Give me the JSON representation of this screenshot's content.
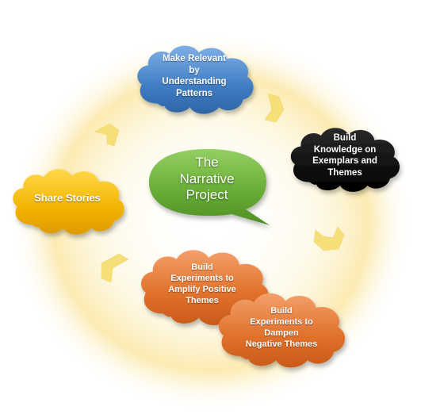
{
  "center": {
    "lines": [
      "The",
      "Narrative",
      "Project"
    ],
    "color": "#6db33f"
  },
  "nodes": {
    "make_relevant": {
      "lines": [
        "Make Relevant",
        "by",
        "Understanding",
        "Patterns"
      ],
      "color": "#4a86c8"
    },
    "build_knowledge": {
      "lines": [
        "Build",
        "Knowledge on",
        "Exemplars and",
        "Themes"
      ],
      "color": "#0b0b0b"
    },
    "share_stories": {
      "lines": [
        "Share Stories"
      ],
      "color": "#f2b600"
    },
    "amplify": {
      "lines": [
        "Build",
        "Experiments to",
        "Amplify Positive",
        "Themes"
      ],
      "color": "#e0702a"
    },
    "dampen": {
      "lines": [
        "Build",
        "Experiments to",
        "Dampen",
        "Negative Themes"
      ],
      "color": "#e0702a"
    }
  },
  "colors": {
    "glow": "#fbe9a8",
    "arrow": "#f6e07a"
  },
  "icons": {
    "cycle_arrow": "chevron-icon"
  }
}
